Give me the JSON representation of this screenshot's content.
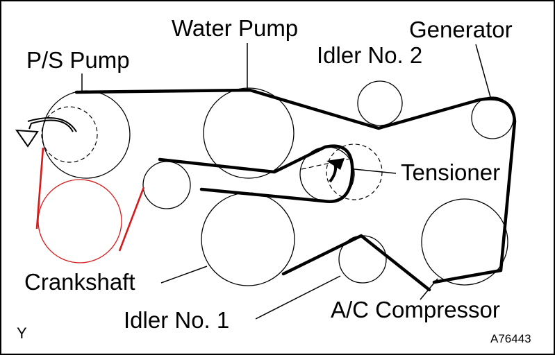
{
  "labels": {
    "water_pump": "Water Pump",
    "generator": "Generator",
    "idler_no_2": "Idler No. 2",
    "ps_pump": "P/S Pump",
    "tensioner": "Tensioner",
    "crankshaft": "Crankshaft",
    "idler_no_1": "Idler No. 1",
    "ac_compressor": "A/C Compressor",
    "corner_mark": "Y",
    "figure_code": "A76443"
  },
  "colors": {
    "belt": "#000000",
    "highlight": "#d61a1a",
    "background": "#ffffff"
  },
  "icons": {
    "rotation_arrow": "curved-arrow-icon",
    "tensioner_arrow": "curved-arrow-icon"
  }
}
